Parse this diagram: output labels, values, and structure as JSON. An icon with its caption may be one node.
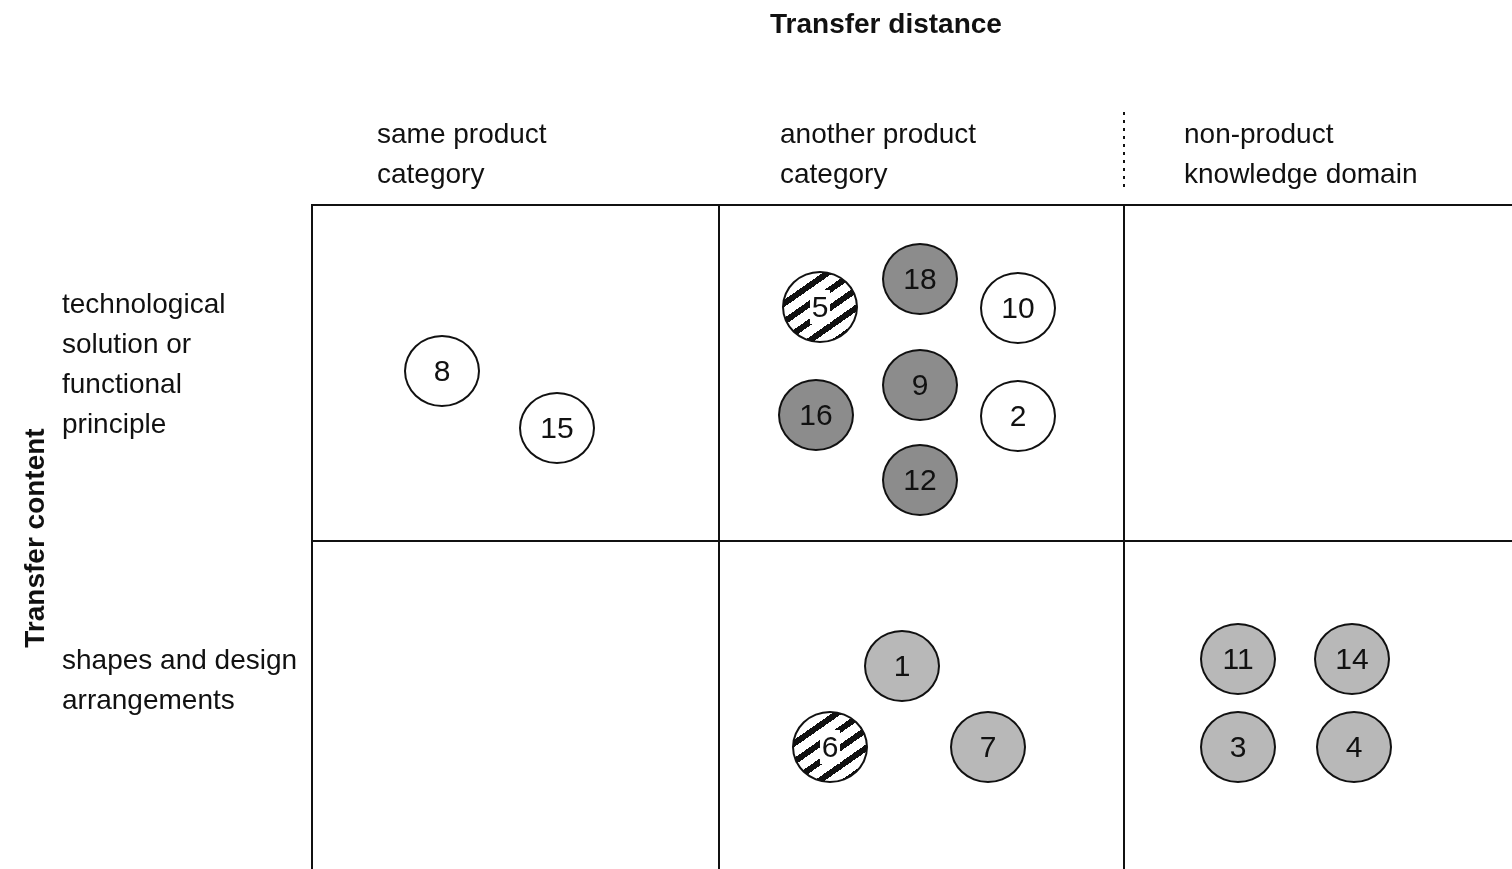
{
  "diagram": {
    "nodes": [
      {
        "text": [],
        "shape": "box"
      },
      {
        "text": [
          "8"
        ],
        "in": 0
      },
      {
        "text": [
          "15"
        ],
        "in": 0
      },
      {
        "text": [],
        "shape": "box"
      },
      {
        "text": [
          "5"
        ],
        "in": 3
      },
      {
        "text": [
          "18"
        ],
        "in": 3
      },
      {
        "text": [
          "10"
        ],
        "in": 3
      },
      {
        "text": [
          "16"
        ],
        "in": 3
      },
      {
        "text": [
          "9"
        ],
        "in": 3
      },
      {
        "text": [
          "2"
        ],
        "in": 3
      },
      {
        "text": [
          "12"
        ],
        "in": 3
      },
      {
        "text": [],
        "shape": "box"
      },
      {
        "text": [],
        "shape": "box"
      },
      {
        "text": [],
        "shape": "box"
      },
      {
        "text": [
          "1"
        ],
        "in": 13
      },
      {
        "text": [
          "6"
        ],
        "in": 13
      },
      {
        "text": [
          "7"
        ],
        "in": 13
      },
      {
        "text": [],
        "shape": "box"
      },
      {
        "text": [
          "11"
        ],
        "in": 17
      },
      {
        "text": [
          "14"
        ],
        "in": 17
      },
      {
        "text": [
          "3"
        ],
        "in": 17
      },
      {
        "text": [
          "4"
        ],
        "in": 17
      }
    ],
    "edges": [],
    "labels": [
      "Transfer distance",
      "same product category",
      "another product category",
      "non-product knowledge domain",
      "Transfer content",
      "technological solution or functional principle",
      "shapes and design arrangements"
    ]
  }
}
